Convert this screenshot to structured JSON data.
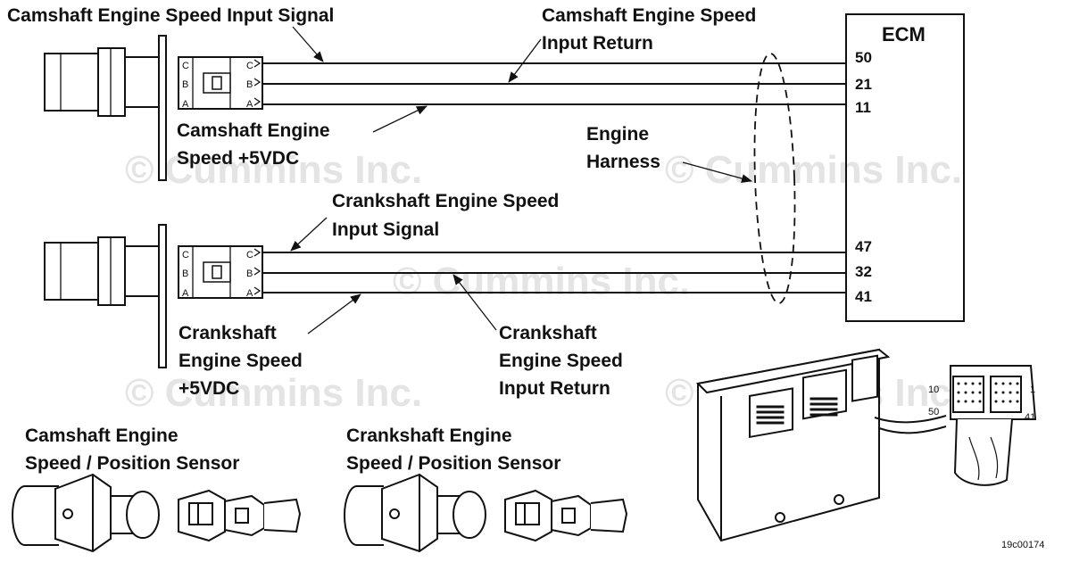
{
  "watermark": "© Cummins Inc.",
  "ecm": {
    "title": "ECM",
    "pins": [
      "50",
      "21",
      "11",
      "47",
      "32",
      "41"
    ]
  },
  "labels": {
    "cam_signal": "Camshaft Engine Speed Input Signal",
    "cam_return_1": "Camshaft Engine Speed",
    "cam_return_2": "Input Return",
    "cam_5v_1": "Camshaft Engine",
    "cam_5v_2": "Speed +5VDC",
    "harness_1": "Engine",
    "harness_2": "Harness",
    "crank_signal_1": "Crankshaft Engine Speed",
    "crank_signal_2": "Input Signal",
    "crank_5v_1": "Crankshaft",
    "crank_5v_2": "Engine Speed",
    "crank_5v_3": "+5VDC",
    "crank_return_1": "Crankshaft",
    "crank_return_2": "Engine Speed",
    "crank_return_3": "Input Return",
    "cam_sensor_1": "Camshaft Engine",
    "cam_sensor_2": "Speed / Position Sensor",
    "crank_sensor_1": "Crankshaft Engine",
    "crank_sensor_2": "Speed / Position Sensor"
  },
  "connector_letters": [
    "C",
    "B",
    "A"
  ],
  "ecm_connector_pins": [
    "10",
    "1",
    "50",
    "41"
  ],
  "figure_id": "19c00174"
}
